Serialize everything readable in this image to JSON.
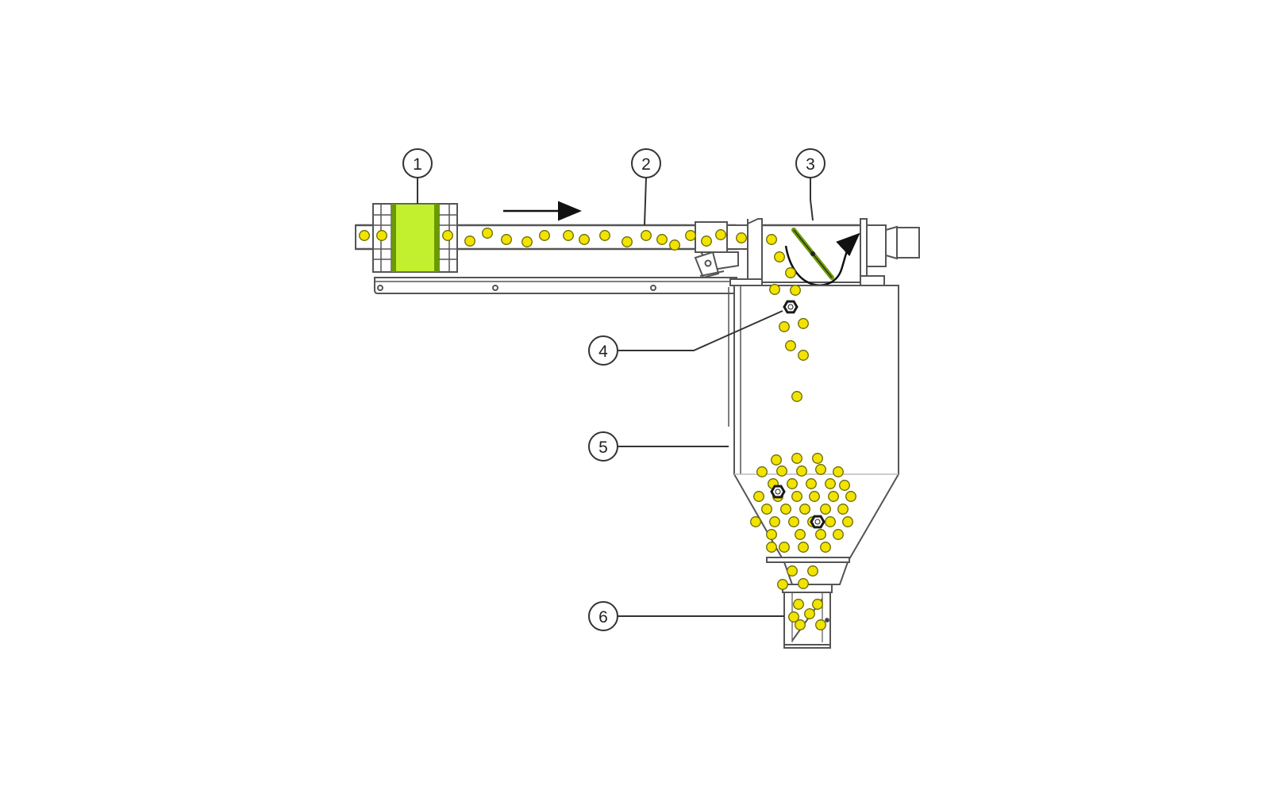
{
  "diagram": {
    "callouts": [
      {
        "id": "1",
        "label": "1"
      },
      {
        "id": "2",
        "label": "2"
      },
      {
        "id": "3",
        "label": "3"
      },
      {
        "id": "4",
        "label": "4"
      },
      {
        "id": "5",
        "label": "5"
      },
      {
        "id": "6",
        "label": "6"
      }
    ]
  },
  "colors": {
    "line": "#555555",
    "ball_fill": "#f2e300",
    "ball_stroke": "#6a6a00",
    "filter_green": "#c3f02e",
    "filter_dark": "#6a9a00",
    "nut_stroke": "#1a1a1a"
  },
  "icons": {
    "flow_arrow": "right-arrow-icon",
    "deflect_arrow": "curved-arrow-icon",
    "contaminant": "hex-nut-icon"
  }
}
